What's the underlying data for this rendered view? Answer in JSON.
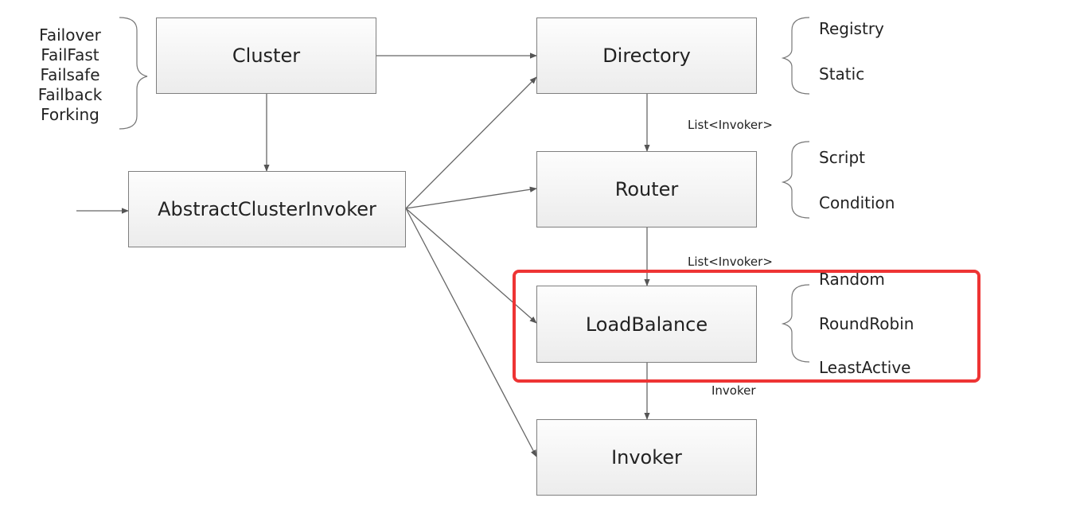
{
  "nodes": {
    "cluster": "Cluster",
    "abstract_cluster_invoker": "AbstractClusterInvoker",
    "directory": "Directory",
    "router": "Router",
    "load_balance": "LoadBalance",
    "invoker": "Invoker"
  },
  "cluster_strategies": [
    "Failover",
    "FailFast",
    "Failsafe",
    "Failback",
    "Forking"
  ],
  "directory_types": [
    "Registry",
    "Static"
  ],
  "router_types": [
    "Script",
    "Condition"
  ],
  "load_balance_types": [
    "Random",
    "RoundRobin",
    "LeastActive"
  ],
  "edge_labels": {
    "directory_to_router": "List<Invoker>",
    "router_to_load_balance": "List<Invoker>",
    "load_balance_to_invoker": "Invoker"
  },
  "colors": {
    "highlight": "#ee3434",
    "node_border": "#7f7f7f",
    "connector": "#555555"
  }
}
